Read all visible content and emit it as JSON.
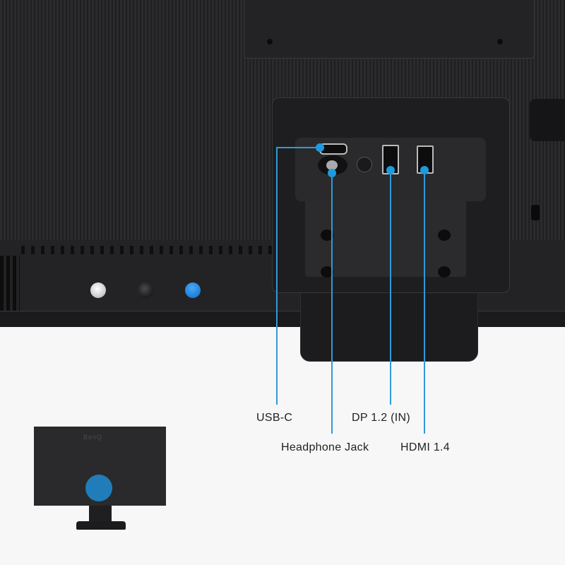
{
  "image": {
    "description": "Rear view of monitor showing I/O ports with callout labels",
    "accent_color": "#1e9ae0"
  },
  "callouts": [
    {
      "id": "usb-c",
      "label": "USB-C"
    },
    {
      "id": "headphone-jack",
      "label": "Headphone Jack"
    },
    {
      "id": "dp",
      "label": "DP 1.2 (IN)"
    },
    {
      "id": "hdmi",
      "label": "HDMI 1.4"
    }
  ],
  "controls": {
    "buttons": [
      "power-button",
      "joystick-button",
      "blue-key-button"
    ]
  },
  "thumbnail": {
    "brand": "BenQ"
  }
}
